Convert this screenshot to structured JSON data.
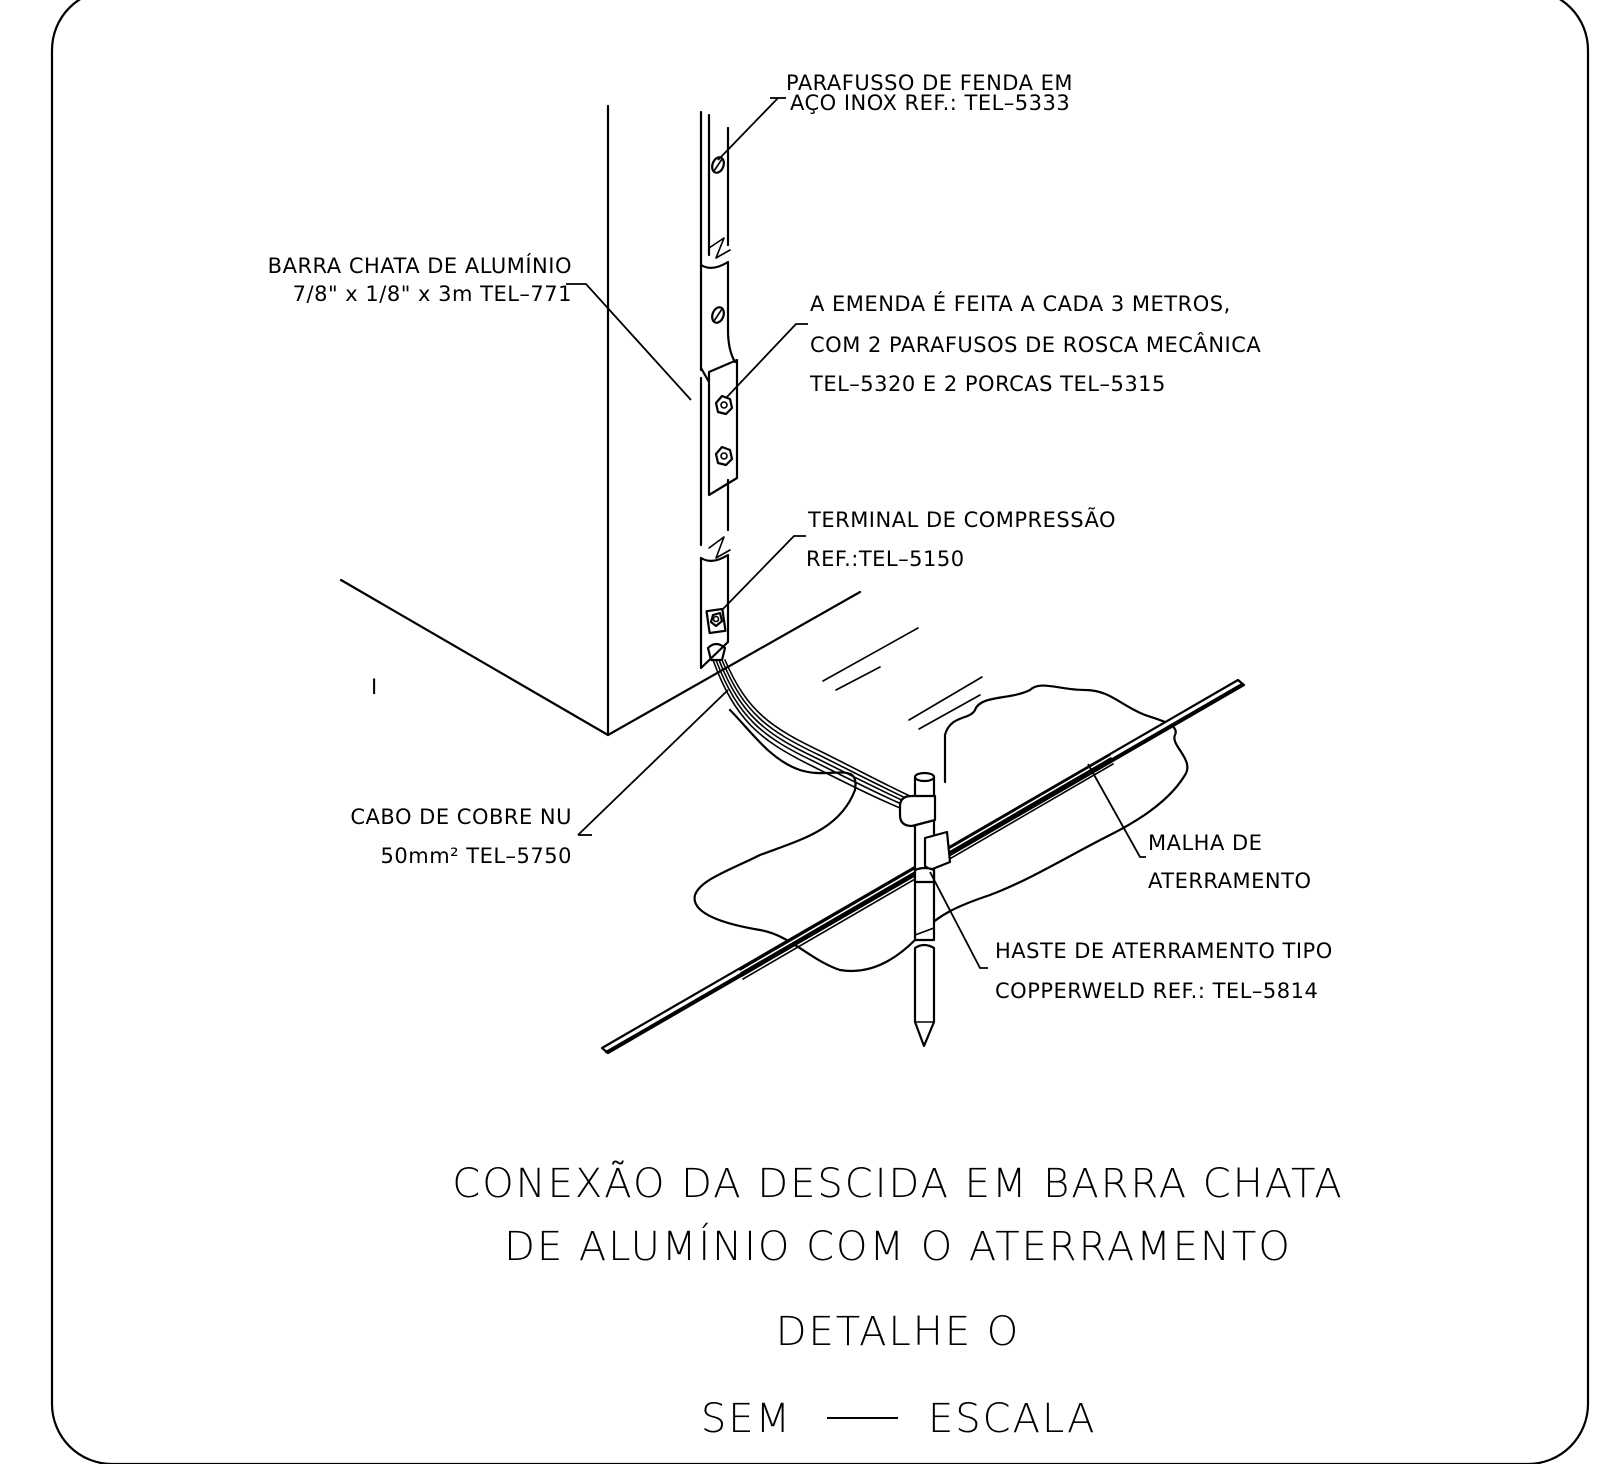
{
  "labels": {
    "screw_line1": "PARAFUSSO DE FENDA EM",
    "screw_line2": "AÇO INOX REF.: TEL–5333",
    "bar_line1": "BARRA CHATA DE ALUMÍNIO",
    "bar_line2": "7/8\" x 1/8\" x 3m TEL–771",
    "splice_line1": "A EMENDA É FEITA A CADA 3 METROS,",
    "splice_line2": "COM 2 PARAFUSOS DE ROSCA MECÂNICA",
    "splice_line3": "TEL–5320 E 2 PORCAS TEL–5315",
    "terminal_line1": "TERMINAL DE COMPRESSÃO",
    "terminal_line2": "REF.:TEL–5150",
    "cable_line1": "CABO DE COBRE NU",
    "cable_line2": "50mm² TEL–5750",
    "grid_line1": "MALHA DE",
    "grid_line2": "ATERRAMENTO",
    "rod_line1": "HASTE DE ATERRAMENTO TIPO",
    "rod_line2": "COPPERWELD REF.: TEL–5814",
    "stray_mark": "I"
  },
  "title": {
    "line1": "CONEXÃO DA DESCIDA EM BARRA CHATA",
    "line2": "DE ALUMÍNIO COM O ATERRAMENTO",
    "detail": "DETALHE O",
    "scale_left": "SEM",
    "scale_right": "ESCALA"
  }
}
